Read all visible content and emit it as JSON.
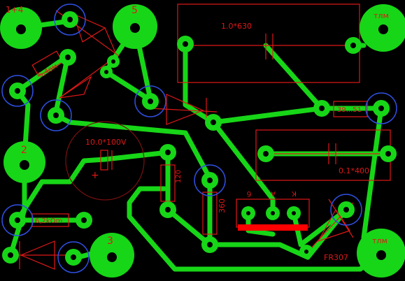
{
  "colors": {
    "background": "#000000",
    "copper": "#17d617",
    "pad_hole": "#000000",
    "silkscreen": "#e01818",
    "pad_ring": "#2f4fe0",
    "highlight_bar": "#ff0000"
  },
  "labels": {
    "pad_1_4": "1+4",
    "pad_5": "5",
    "pad_2": "2",
    "pad_3": "3",
    "tlm_top": "тлм",
    "tlm_bottom": "тлм",
    "cap_top": "1.0*630",
    "cap_right": "0.1*400",
    "cap_electrolytic": "10.0*100V",
    "cap_plus": "+",
    "res_51": "39...51",
    "res_5k4": "5,4ом",
    "res_6k2": "6,2kOm",
    "res_120": "120",
    "res_360": "360",
    "diode": "FR307",
    "pin_b": "б",
    "pin_a": "А",
    "pin_k": "К"
  }
}
